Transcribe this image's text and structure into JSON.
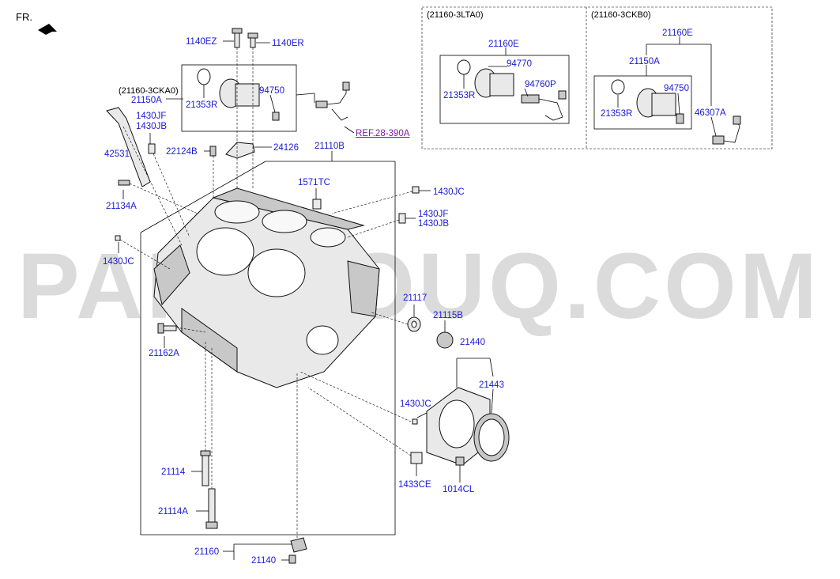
{
  "orientation": {
    "label": "FR."
  },
  "watermark": "PARTSOUQ.COM",
  "variants": [
    {
      "code": "(21160-3CKA0)"
    },
    {
      "code": "(21160-3LTA0)"
    },
    {
      "code": "(21160-3CKB0)"
    }
  ],
  "reference": {
    "label": "REF.28-390A"
  },
  "parts": {
    "p1140EZ": "1140EZ",
    "p1140ER": "1140ER",
    "p21150A_a": "21150A",
    "p21353R_a": "21353R",
    "p94750_a": "94750",
    "p1430JF_a": "1430JF",
    "p1430JB_a": "1430JB",
    "p42531": "42531",
    "p22124B": "22124B",
    "p24126": "24126",
    "p21110B": "21110B",
    "p21134A": "21134A",
    "p1571TC": "1571TC",
    "p1430JC_a": "1430JC",
    "p1430JF_b": "1430JF",
    "p1430JB_b": "1430JB",
    "p1430JC_b": "1430JC",
    "p21117": "21117",
    "p21115B": "21115B",
    "p21162A": "21162A",
    "p21440": "21440",
    "p21443": "21443",
    "p1430JC_c": "1430JC",
    "p21114": "21114",
    "p21114A": "21114A",
    "p1433CE": "1433CE",
    "p1014CL": "1014CL",
    "p21160": "21160",
    "p21140": "21140",
    "p21160E_b": "21160E",
    "p94770": "94770",
    "p21353R_b": "21353R",
    "p94760P": "94760P",
    "p21160E_c": "21160E",
    "p21150A_c": "21150A",
    "p94750_c": "94750",
    "p21353R_c": "21353R",
    "p46307A": "46307A"
  }
}
